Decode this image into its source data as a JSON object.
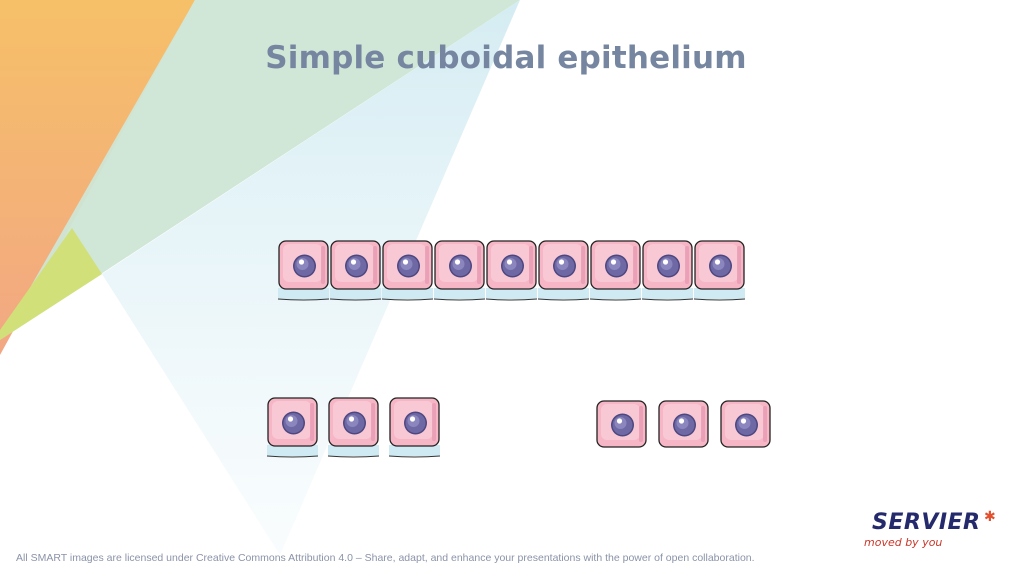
{
  "title": "Simple cuboidal epithelium",
  "footer": "All SMART images are licensed under Creative Commons Attribution 4.0 – Share, adapt, and enhance your presentations with the power of open collaboration.",
  "logo": {
    "word": "SERVIER",
    "tagline": "moved by you"
  },
  "colors": {
    "cell_fill": "#f6b6c6",
    "cell_stroke": "#222222",
    "nucleus": "#6e68a4",
    "basement": "#cfeaf3",
    "title": "#7686a0"
  }
}
